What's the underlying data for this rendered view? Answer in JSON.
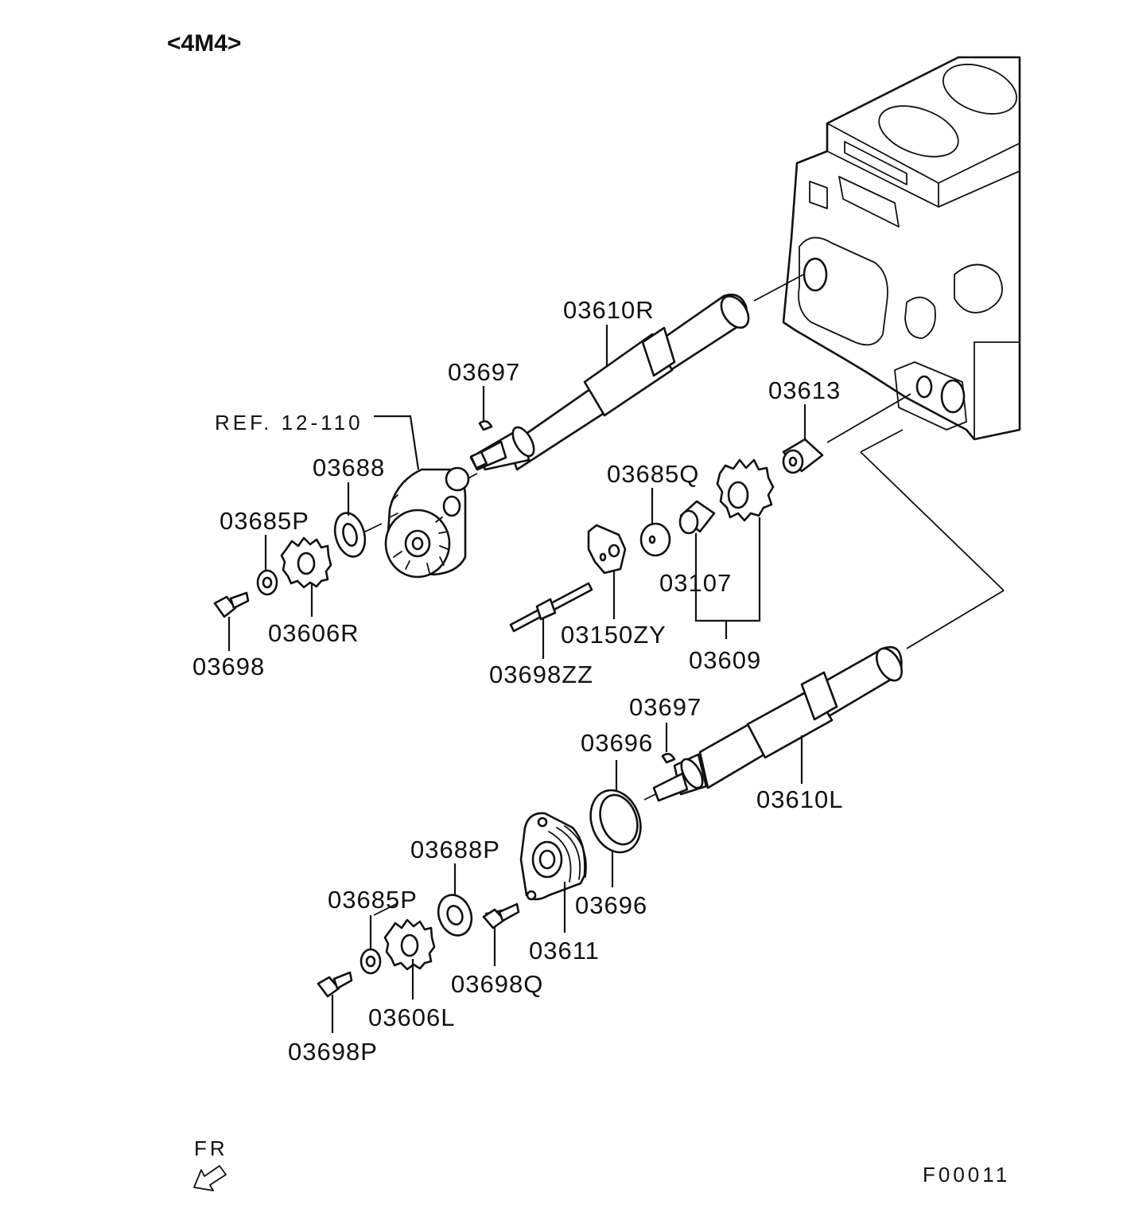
{
  "diagram": {
    "variant_label": "<4M4>",
    "reference_label": "REF. 12-110",
    "front_label": "FR",
    "figure_code": "F00011",
    "parts": [
      {
        "id": "03610R",
        "label": "03610R"
      },
      {
        "id": "03697_upper",
        "label": "03697"
      },
      {
        "id": "03613",
        "label": "03613"
      },
      {
        "id": "03688",
        "label": "03688"
      },
      {
        "id": "03685Q",
        "label": "03685Q"
      },
      {
        "id": "03685P_upper",
        "label": "03685P"
      },
      {
        "id": "03107",
        "label": "03107"
      },
      {
        "id": "03606R",
        "label": "03606R"
      },
      {
        "id": "03150ZY",
        "label": "03150ZY"
      },
      {
        "id": "03698",
        "label": "03698"
      },
      {
        "id": "03609",
        "label": "03609"
      },
      {
        "id": "03698ZZ",
        "label": "03698ZZ"
      },
      {
        "id": "03697_lower",
        "label": "03697"
      },
      {
        "id": "03696_upper",
        "label": "03696"
      },
      {
        "id": "03610L",
        "label": "03610L"
      },
      {
        "id": "03688P",
        "label": "03688P"
      },
      {
        "id": "03696_lower",
        "label": "03696"
      },
      {
        "id": "03685P_lower",
        "label": "03685P"
      },
      {
        "id": "03611",
        "label": "03611"
      },
      {
        "id": "03698Q",
        "label": "03698Q"
      },
      {
        "id": "03606L",
        "label": "03606L"
      },
      {
        "id": "03698P",
        "label": "03698P"
      }
    ]
  }
}
